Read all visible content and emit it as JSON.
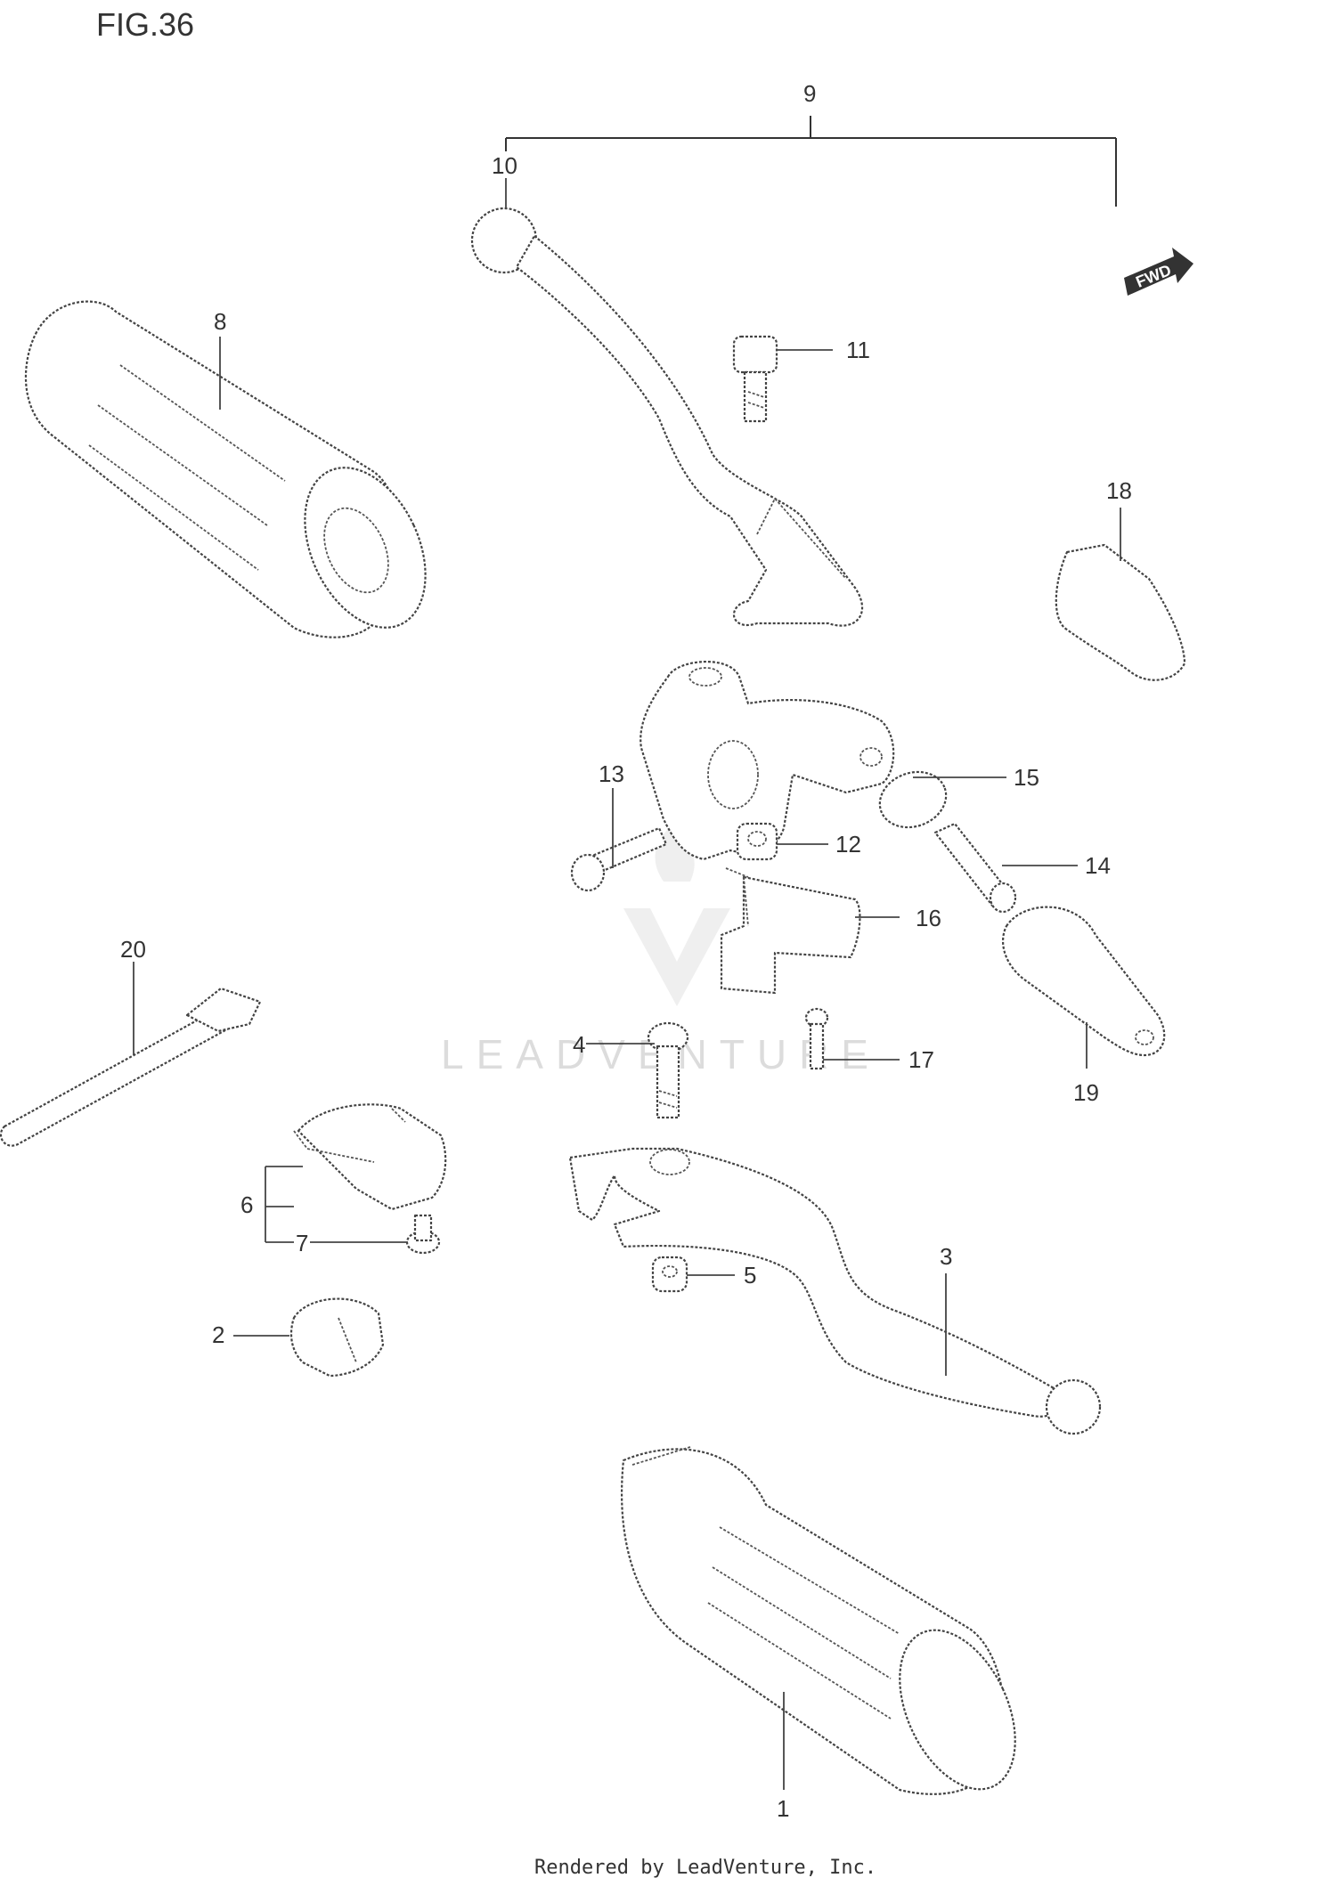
{
  "figure_label": "FIG.36",
  "fwd_label": "FWD",
  "watermark_text": "LEADVENTURE",
  "footer": "Rendered by LeadVenture, Inc.",
  "callouts": {
    "c1": "1",
    "c2": "2",
    "c3": "3",
    "c4": "4",
    "c5": "5",
    "c6": "6",
    "c7": "7",
    "c8": "8",
    "c9": "9",
    "c10": "10",
    "c11": "11",
    "c12": "12",
    "c13": "13",
    "c14": "14",
    "c15": "15",
    "c16": "16",
    "c17": "17",
    "c18": "18",
    "c19": "19",
    "c20": "20"
  }
}
